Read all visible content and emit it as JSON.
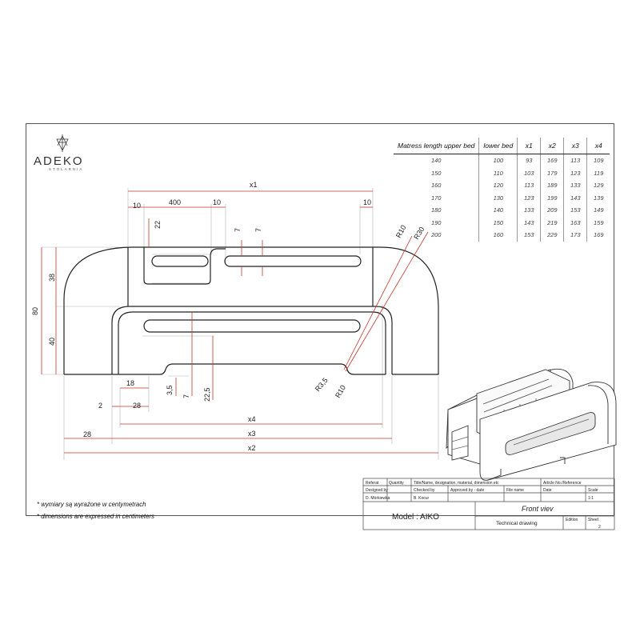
{
  "logo": {
    "name": "ADEKO",
    "sub": "STOLARNIA"
  },
  "table": {
    "headers": [
      "Matress length upper bed",
      "lower bed",
      "x1",
      "x2",
      "x3",
      "x4"
    ],
    "rows": [
      [
        "140",
        "100",
        "93",
        "169",
        "113",
        "109"
      ],
      [
        "150",
        "110",
        "103",
        "179",
        "123",
        "119"
      ],
      [
        "160",
        "120",
        "113",
        "189",
        "133",
        "129"
      ],
      [
        "170",
        "130",
        "123",
        "199",
        "143",
        "139"
      ],
      [
        "180",
        "140",
        "133",
        "209",
        "153",
        "149"
      ],
      [
        "190",
        "150",
        "143",
        "219",
        "163",
        "159"
      ],
      [
        "200",
        "160",
        "153",
        "229",
        "173",
        "169"
      ]
    ]
  },
  "dimensions": {
    "x1": "x1",
    "d10_left": "10",
    "d400": "400",
    "d10_mid": "10",
    "d10_right": "10",
    "d22": "22",
    "d7a": "7",
    "d7b": "7",
    "r10_top": "R10",
    "r30": "R30",
    "d38": "38",
    "d80": "80",
    "d40": "40",
    "d18": "18",
    "d35": "3,5",
    "d7c": "7",
    "d225": "22,5",
    "r35": "R3,5",
    "r10_bottom": "R10",
    "d2": "2",
    "d28a": "28",
    "x4": "x4",
    "d28b": "28",
    "x3": "x3",
    "x2": "x2"
  },
  "notes": {
    "pl": "* wymiary są wyrażone w centymetrach",
    "en": "* dimensions are expressed in centimeters"
  },
  "title_block": {
    "ref": "Referat",
    "quantity": "Quantity",
    "title_desc": "Title/Name, designation, material, dimension etc",
    "article": "Article No./Reference",
    "designed_by": "Designed by",
    "designer": "D. Mórkiewka",
    "checked_by": "Checked by",
    "checker": "B. Kocur",
    "approved": "Approved by - date",
    "file_name": "File name",
    "date": "Date",
    "scale": "Scale",
    "scale_val": "1:1",
    "model": "Model : AIKO",
    "view": "Front viev",
    "technical": "Technical drawing",
    "edition": "Edition",
    "sheet": "Sheet",
    "sheet_val": "2"
  },
  "colors": {
    "dimension": "#c0392b",
    "outline": "#222222",
    "construction": "#b0b0b0"
  }
}
